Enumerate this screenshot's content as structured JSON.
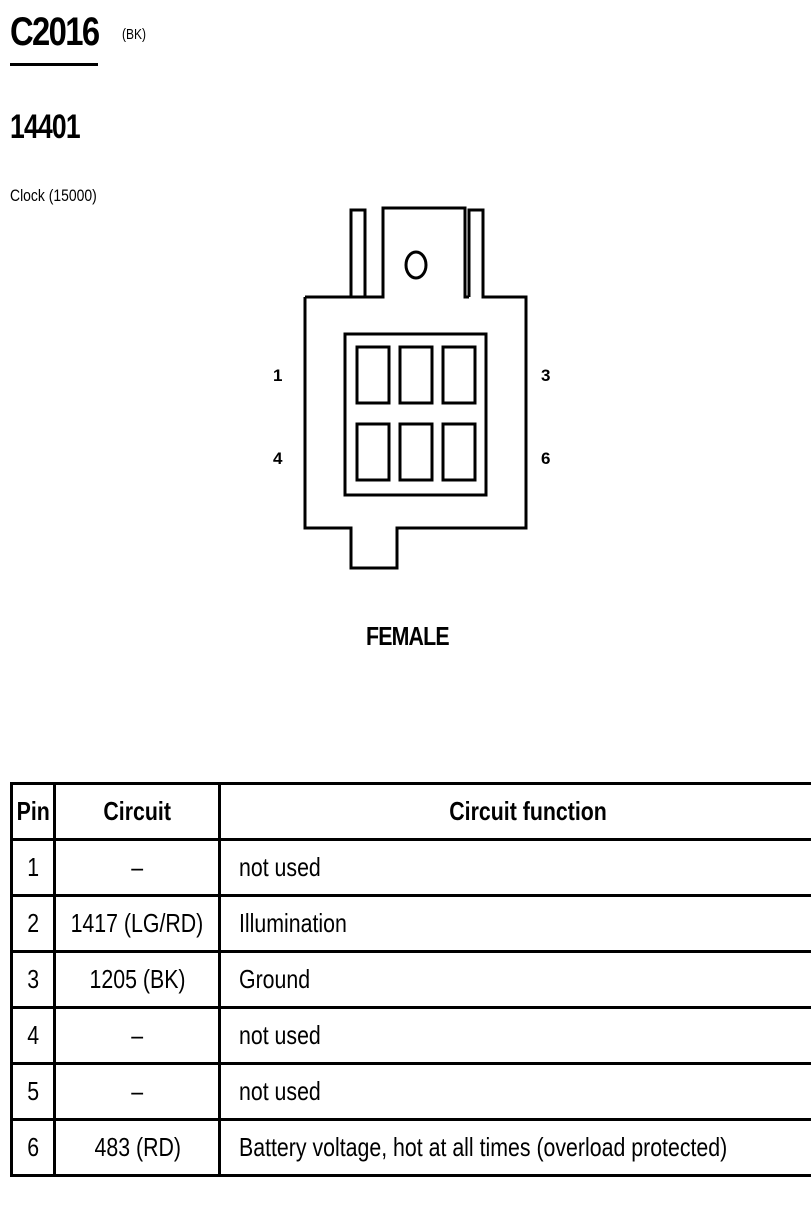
{
  "connector": {
    "id": "C2016",
    "color": "(BK)",
    "part_number": "14401",
    "description": "Clock (15000)",
    "gender": "FEMALE",
    "pin_labels": {
      "top_left": "1",
      "top_right": "3",
      "bottom_left": "4",
      "bottom_right": "6"
    }
  },
  "table": {
    "headers": {
      "pin": "Pin",
      "circuit": "Circuit",
      "function": "Circuit function"
    },
    "rows": [
      {
        "pin": "1",
        "circuit": "–",
        "function": "not used"
      },
      {
        "pin": "2",
        "circuit": "1417 (LG/RD)",
        "function": "Illumination"
      },
      {
        "pin": "3",
        "circuit": "1205 (BK)",
        "function": "Ground"
      },
      {
        "pin": "4",
        "circuit": "–",
        "function": "not used"
      },
      {
        "pin": "5",
        "circuit": "–",
        "function": "not used"
      },
      {
        "pin": "6",
        "circuit": "483 (RD)",
        "function": "Battery voltage, hot at all times (overload protected)"
      }
    ]
  }
}
